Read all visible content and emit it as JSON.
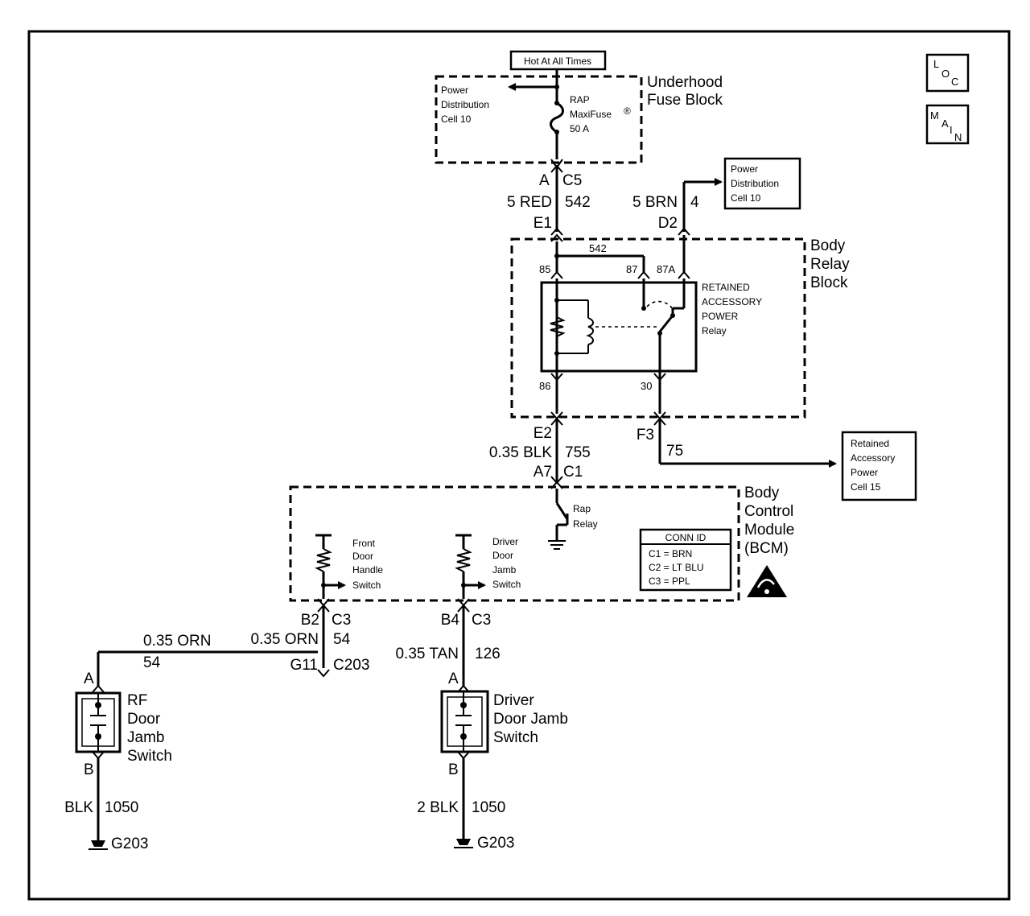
{
  "header": {
    "hot_at_all_times": "Hot At All Times",
    "loc_button": {
      "l": "L",
      "o": "O",
      "c": "C"
    },
    "main_button": {
      "m": "M",
      "a": "A",
      "i": "I",
      "n": "N"
    }
  },
  "underhood": {
    "title_line1": "Underhood",
    "title_line2": "Fuse Block",
    "pd_line1": "Power",
    "pd_line2": "Distribution",
    "pd_line3": "Cell 10",
    "fuse_line1": "RAP",
    "fuse_line2": "MaxiFuse",
    "fuse_reg": "®",
    "fuse_line3": "50 A"
  },
  "conn_c5": {
    "pin": "A",
    "name": "C5"
  },
  "wire_542": {
    "color": "5 RED",
    "circuit": "542"
  },
  "wire_4": {
    "color": "5 BRN",
    "circuit": "4"
  },
  "pd_right": {
    "line1": "Power",
    "line2": "Distribution",
    "line3": "Cell 10"
  },
  "pins_top": {
    "e1": "E1",
    "d2": "D2"
  },
  "relay_block": {
    "title_line1": "Body",
    "title_line2": "Relay",
    "title_line3": "Block",
    "jumper_label": "542",
    "pin85": "85",
    "pin87": "87",
    "pin87a": "87A",
    "pin86": "86",
    "pin30": "30",
    "relay_line1": "RETAINED",
    "relay_line2": "ACCESSORY",
    "relay_line3": "POWER",
    "relay_line4": "Relay"
  },
  "wire_755": {
    "pin_top": "E2",
    "color": "0.35 BLK",
    "circuit": "755",
    "pin_bottom": "A7",
    "conn": "C1"
  },
  "wire_75": {
    "pin": "F3",
    "circuit": "75"
  },
  "retained_cell": {
    "line1": "Retained",
    "line2": "Accessory",
    "line3": "Power",
    "line4": "Cell 15"
  },
  "bcm": {
    "title_line1": "Body",
    "title_line2": "Control",
    "title_line3": "Module",
    "title_line4": "(BCM)",
    "rap_line1": "Rap",
    "rap_line2": "Relay",
    "front_line1": "Front",
    "front_line2": "Door",
    "front_line3": "Handle",
    "front_line4": "Switch",
    "driver_line1": "Driver",
    "driver_line2": "Door",
    "driver_line3": "Jamb",
    "driver_line4": "Switch",
    "conn_id_title": "CONN ID",
    "conn_id_rows": [
      "C1 = BRN",
      "C2 = LT BLU",
      "C3 = PPL"
    ]
  },
  "left_branch": {
    "pin": "B2",
    "conn": "C3",
    "circuit_right": "54",
    "color_right": "0.35 ORN",
    "color_left": "0.35 ORN",
    "circuit_left": "54",
    "splice_pin": "G11",
    "splice_conn": "C203"
  },
  "right_branch": {
    "pin": "B4",
    "conn": "C3",
    "color": "0.35 TAN",
    "circuit": "126"
  },
  "rf_switch": {
    "pin_a": "A",
    "pin_b": "B",
    "label_line1": "RF",
    "label_line2": "Door",
    "label_line3": "Jamb",
    "label_line4": "Switch",
    "ground_color": "BLK",
    "ground_circuit": "1050",
    "ground_name": "G203"
  },
  "driver_switch": {
    "pin_a": "A",
    "pin_b": "B",
    "label_line1": "Driver",
    "label_line2": "Door Jamb",
    "label_line3": "Switch",
    "ground_color": "2 BLK",
    "ground_circuit": "1050",
    "ground_name": "G203"
  }
}
